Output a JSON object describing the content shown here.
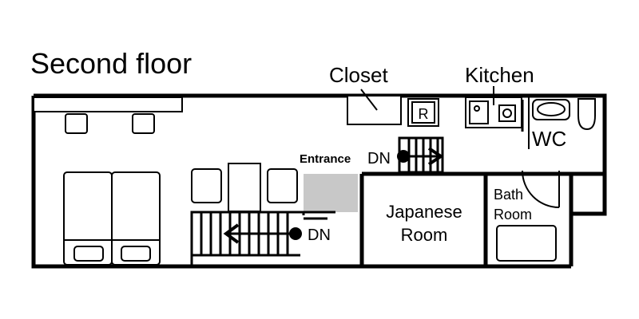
{
  "title": "Second floor",
  "labels": {
    "closet": "Closet",
    "kitchen": "Kitchen",
    "refrigerator": "R",
    "wc": "WC",
    "entrance": "Entrance",
    "stairs_down_upper": "DN",
    "stairs_down_lower": "DN",
    "japanese_room_line1": "Japanese",
    "japanese_room_line2": "Room",
    "bath_room_line1": "Bath",
    "bath_room_line2": "Room"
  },
  "colors": {
    "line": "#000000",
    "background": "#ffffff",
    "entrance_fill": "#c8c8c8"
  }
}
